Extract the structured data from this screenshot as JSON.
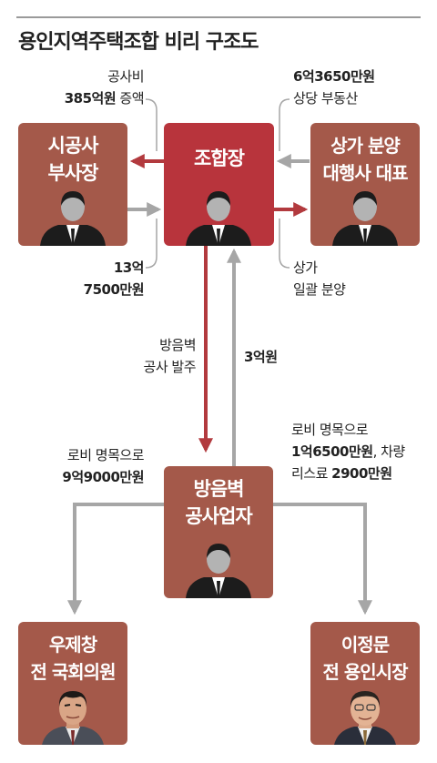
{
  "title": "용인지역주택조합 비리 구조도",
  "colors": {
    "box_brown": "#a4594a",
    "box_red": "#b8343c",
    "arrow_red": "#b23a3e",
    "arrow_gray": "#a6a6a6",
    "silhouette": "#b3b3b3"
  },
  "boxes": {
    "subcontractor_vp": {
      "line1": "시공사",
      "line2": "부사장"
    },
    "union_head": {
      "line1": "조합장"
    },
    "sales_agency_ceo": {
      "line1": "상가 분양",
      "line2": "대행사 대표"
    },
    "soundproof_contractor": {
      "line1": "방음벽",
      "line2": "공사업자"
    },
    "woo_jechang": {
      "line1": "우제창",
      "line2": "전 국회의원"
    },
    "lee_jeongmun": {
      "line1": "이정문",
      "line2": "전 용인시장"
    }
  },
  "notes": {
    "construction_cost": {
      "line1": "공사비",
      "line2_bold": "385억원",
      "line2_rest": " 증액"
    },
    "real_estate": {
      "line1_bold": "6억3650만원",
      "line2": "상당 부동산"
    },
    "payment_13": {
      "line1_bold": "13억",
      "line2_bold": "7500만원"
    },
    "bulk_sale": {
      "line1": "상가",
      "line2": "일괄 분양"
    },
    "soundproof_order": {
      "line1": "방음벽",
      "line2": "공사 발주"
    },
    "payment_3": {
      "text_bold": "3억원"
    },
    "lobby_woo": {
      "line1": "로비 명목으로",
      "line2_bold": "9억9000만원"
    },
    "lobby_lee": {
      "line1": "로비 명목으로",
      "line2_bold": "1억6500만원",
      "line2_rest": ", 차량",
      "line3_pre": "리스료 ",
      "line3_bold": "2900만원"
    }
  },
  "icons": [
    "person-silhouette-icon",
    "photo-woo-jechang",
    "photo-lee-jeongmun"
  ]
}
